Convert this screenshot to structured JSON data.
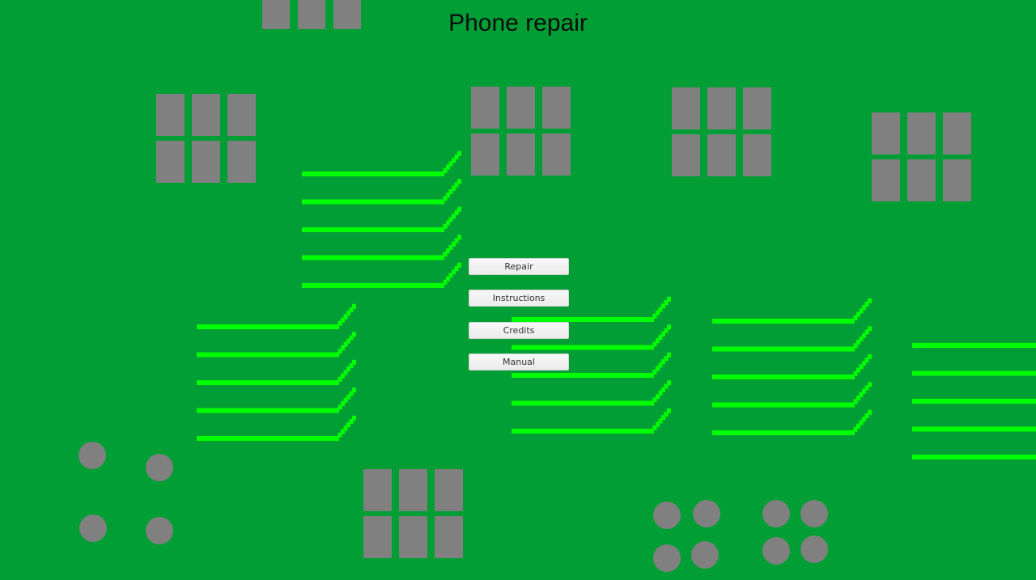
{
  "title": "Phone repair",
  "menu": {
    "repair": "Repair",
    "instructions": "Instructions",
    "credits": "Credits",
    "manual": "Manual"
  },
  "colors": {
    "board": "#009e34",
    "trace": "#00ff00",
    "component": "#808080"
  },
  "icons": [
    "chip-icon",
    "circuit-trace-icon",
    "solder-pad-icon"
  ]
}
